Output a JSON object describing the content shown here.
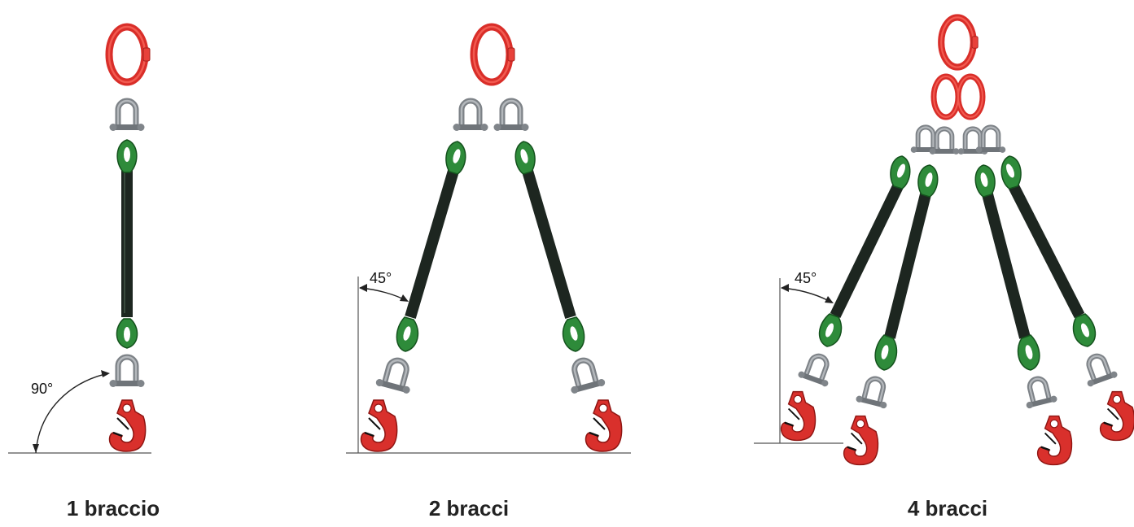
{
  "diagrams": [
    {
      "id": "one",
      "caption": "1 braccio",
      "angle_label": "90°",
      "legs": 1
    },
    {
      "id": "two",
      "caption": "2 bracci",
      "angle_label": "45°",
      "legs": 2
    },
    {
      "id": "four",
      "caption": "4 bracci",
      "angle_label": "45°",
      "legs": 4
    }
  ],
  "colors": {
    "ring": "#e53935",
    "ring_dark": "#b71c1c",
    "shackle": "#8a8f94",
    "eye": "#2e8b3a",
    "eye_dark": "#14521d",
    "sling": "#1d2620",
    "hook": "#d32f2f",
    "line": "#555555"
  }
}
